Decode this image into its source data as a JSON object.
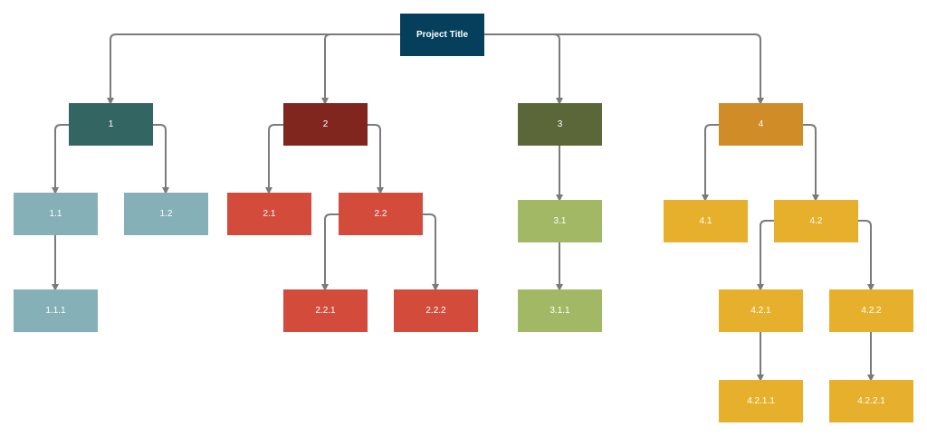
{
  "colors": {
    "connector": "#7b7b7b",
    "root": "#063f5c",
    "branch1": {
      "l1": "#336663",
      "l2": "#86b0b8"
    },
    "branch2": {
      "l1": "#80261f",
      "l2": "#d34c3b"
    },
    "branch3": {
      "l1": "#5c6739",
      "l2": "#a3b864"
    },
    "branch4": {
      "l1": "#cf8c27",
      "l2": "#e6b02d"
    }
  },
  "nodes": {
    "root": "Project Title",
    "n1": "1",
    "n1_1": "1.1",
    "n1_2": "1.2",
    "n1_1_1": "1.1.1",
    "n2": "2",
    "n2_1": "2.1",
    "n2_2": "2.2",
    "n2_2_1": "2.2.1",
    "n2_2_2": "2.2.2",
    "n3": "3",
    "n3_1": "3.1",
    "n3_1_1": "3.1.1",
    "n4": "4",
    "n4_1": "4.1",
    "n4_2": "4.2",
    "n4_2_1": "4.2.1",
    "n4_2_2": "4.2.2",
    "n4_2_1_1": "4.2.1.1",
    "n4_2_2_1": "4.2.2.1"
  }
}
